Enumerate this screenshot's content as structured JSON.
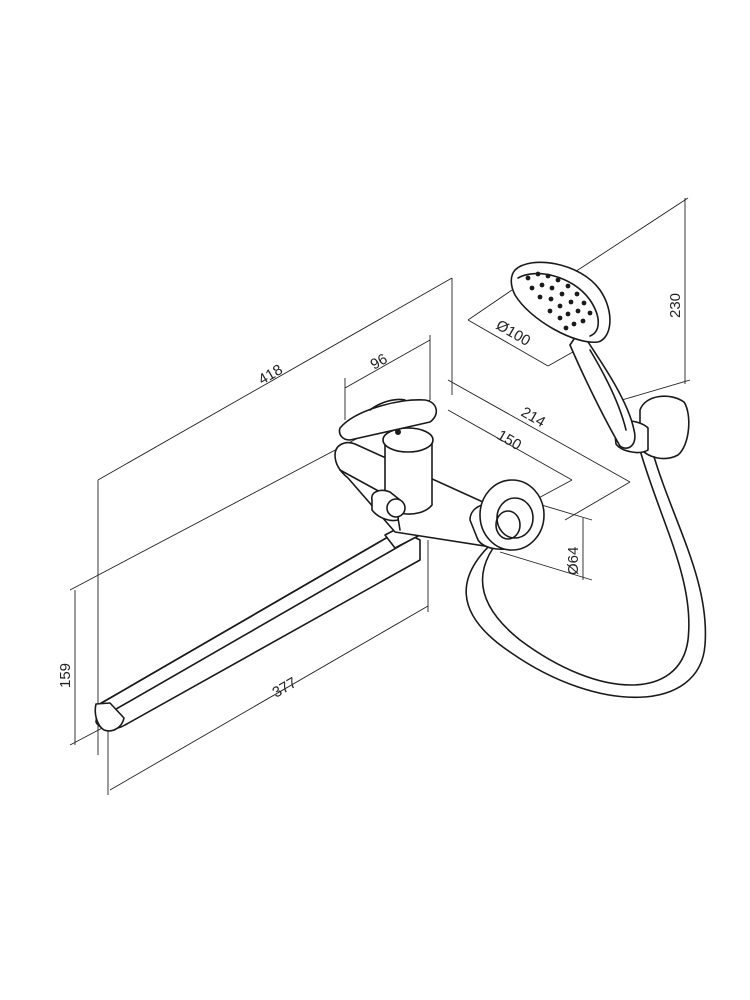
{
  "dimensions": {
    "overall_length": "418",
    "body_width": "96",
    "outlet_depth": "214",
    "wall_offset": "150",
    "rosette_diameter": "Ø64",
    "head_diameter": "Ø100",
    "holder_height": "230",
    "spout_height": "159",
    "spout_length": "377"
  }
}
